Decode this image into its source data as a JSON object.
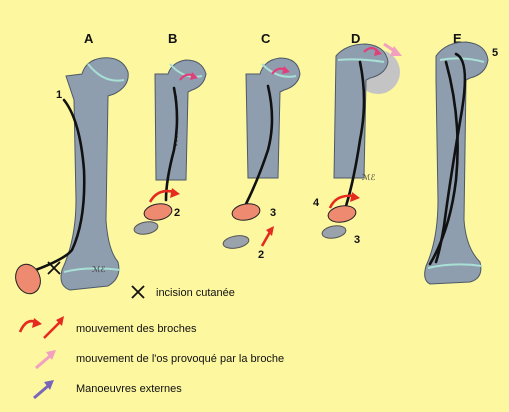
{
  "panels": {
    "a": {
      "letter": "A",
      "label_1": "1"
    },
    "b": {
      "letter": "B",
      "label_2": "2"
    },
    "c": {
      "letter": "C",
      "label_3": "3",
      "label_2": "2"
    },
    "d": {
      "letter": "D",
      "label_4": "4",
      "label_3": "3"
    },
    "e": {
      "letter": "E",
      "label_5": "5"
    }
  },
  "signature": "ℳℰ",
  "legend": {
    "incision": "incision cutanée",
    "wire_movement": "mouvement des broches",
    "bone_movement": "mouvement de l'os provoqué par la broche",
    "external": "Manoeuvres externes"
  },
  "colors": {
    "background": "#fdf7a0",
    "bone": "#8f9eae",
    "growth_plate": "#a8e0d6",
    "handle": "#ee8a70",
    "wire_arrow": "#e52a1e",
    "bone_arrow": "#f2a0c0",
    "external_arrow": "#7a66b8"
  }
}
